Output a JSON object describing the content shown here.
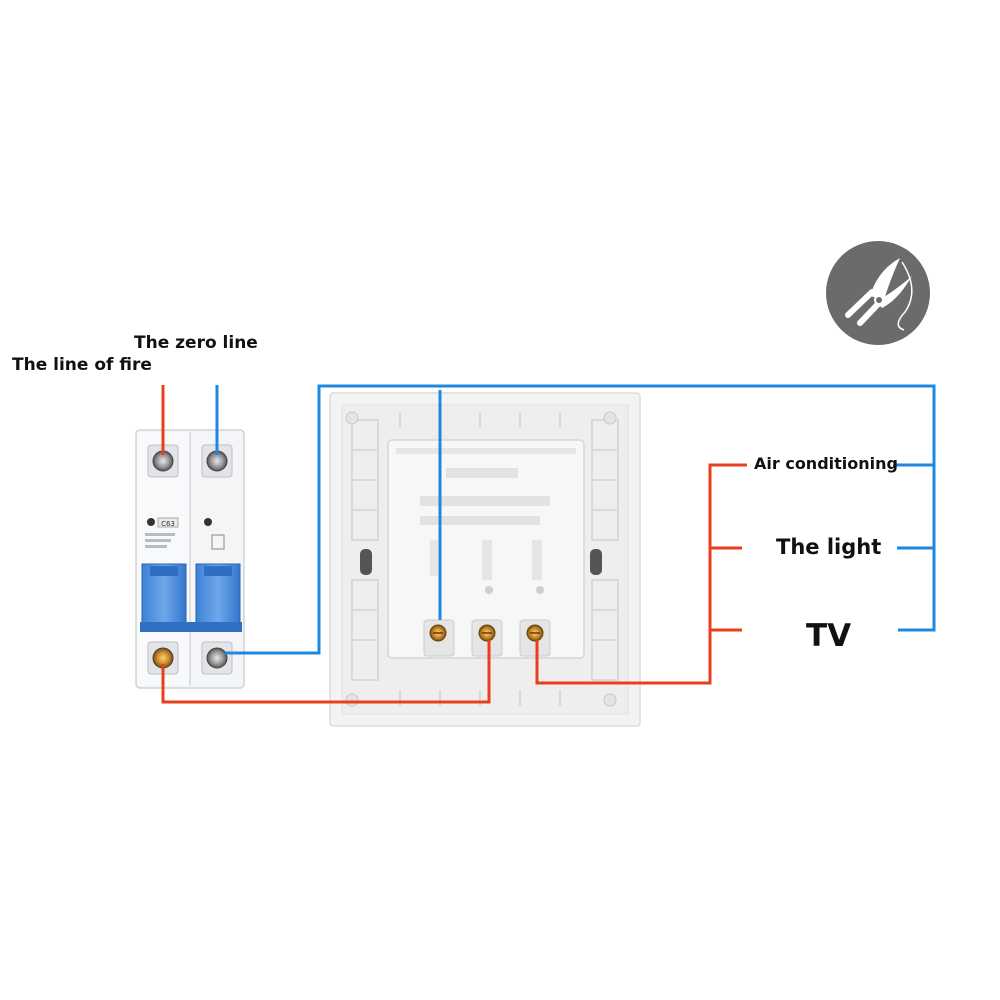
{
  "labels": {
    "fire": "The line of fire",
    "zero": "The zero line",
    "air_conditioning": "Air conditioning",
    "light": "The light",
    "tv": "TV"
  },
  "breaker": {
    "rating": "C63"
  },
  "logo": {
    "icon": "pliers-icon",
    "background": "#6b6b6b"
  },
  "colors": {
    "live_wire": "#e8401c",
    "neutral_wire": "#1e88e0"
  }
}
